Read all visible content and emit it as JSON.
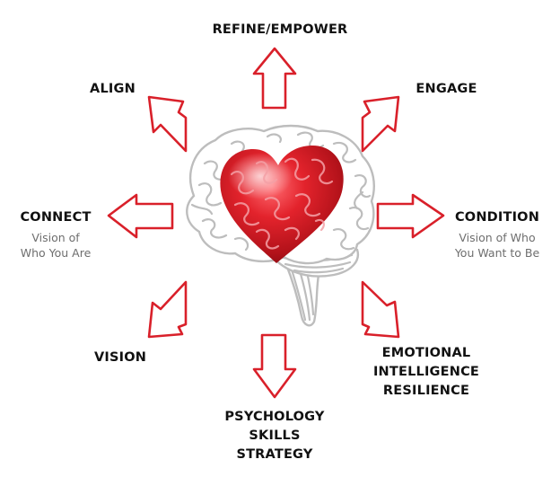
{
  "diagram": {
    "center": {
      "image": "brain-with-heart-illustration"
    },
    "arrow_color": "#d9202a",
    "nodes": [
      {
        "id": "top",
        "label": "REFINE/EMPOWER",
        "direction": "up"
      },
      {
        "id": "top-left",
        "label": "ALIGN",
        "direction": "up-left"
      },
      {
        "id": "top-right",
        "label": "ENGAGE",
        "direction": "up-right"
      },
      {
        "id": "left",
        "label": "CONNECT",
        "sub_lines": [
          "Vision of",
          "Who You Are"
        ],
        "direction": "left"
      },
      {
        "id": "right",
        "label": "CONDITION",
        "sub_lines": [
          "Vision of Who",
          "You Want to Be"
        ],
        "direction": "right"
      },
      {
        "id": "bottom-left",
        "label": "VISION",
        "direction": "down-left"
      },
      {
        "id": "bottom-right",
        "label_lines": [
          "EMOTIONAL",
          "INTELLIGENCE",
          "RESILIENCE"
        ],
        "direction": "down-right"
      },
      {
        "id": "bottom",
        "label_lines": [
          "PSYCHOLOGY",
          "SKILLS",
          "STRATEGY"
        ],
        "direction": "down"
      }
    ]
  }
}
